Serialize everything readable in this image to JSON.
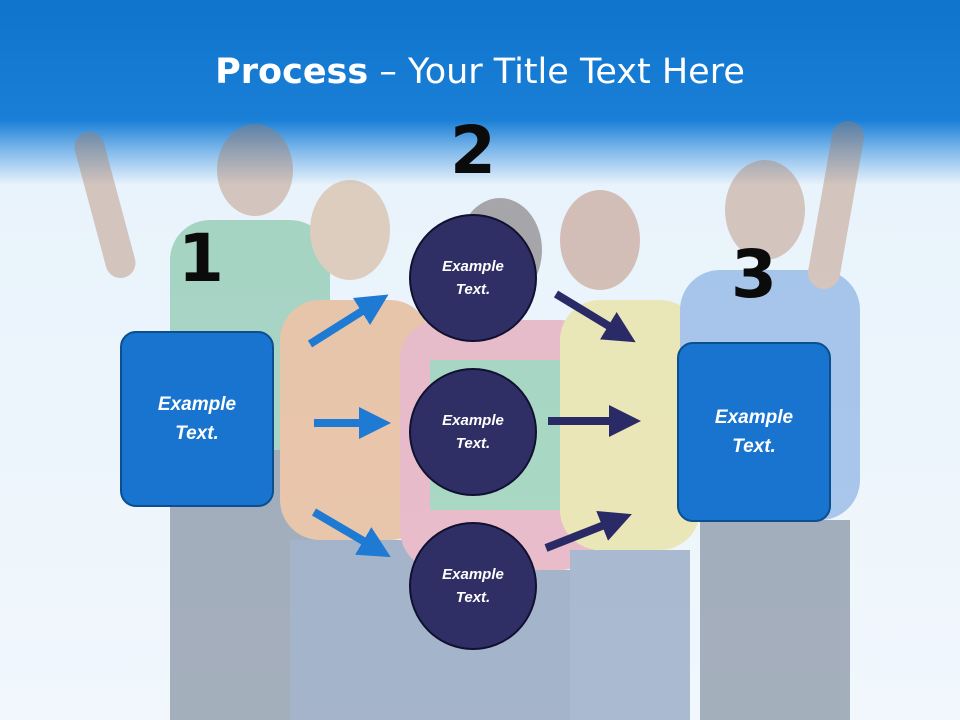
{
  "title": {
    "bold": "Process",
    "rest": " – Your Title Text Here"
  },
  "steps": {
    "one": "1",
    "two": "2",
    "three": "3"
  },
  "boxes": {
    "left": "Example\nText.",
    "right": "Example\nText."
  },
  "circles": {
    "top": "Example\nText.",
    "middle": "Example\nText.",
    "bottom": "Example\nText."
  },
  "colors": {
    "header": "#1a7fd6",
    "box": "#1874cf",
    "circle": "#2f2f66",
    "arrow_blue": "#1f7ad3",
    "arrow_dark": "#2a2a66"
  }
}
